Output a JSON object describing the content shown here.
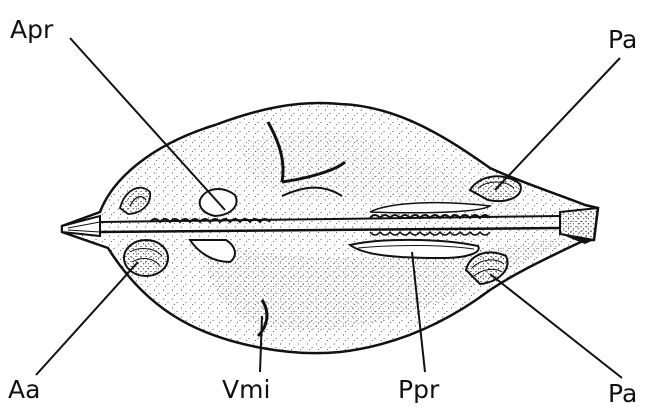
{
  "labels": {
    "apr": "Apr",
    "pa_top": "Pa",
    "aa": "Aa",
    "vmi": "Vmi",
    "ppr": "Ppr",
    "pa_bottom": "Pa"
  },
  "colors": {
    "ink": "#111111",
    "paper": "#ffffff"
  }
}
